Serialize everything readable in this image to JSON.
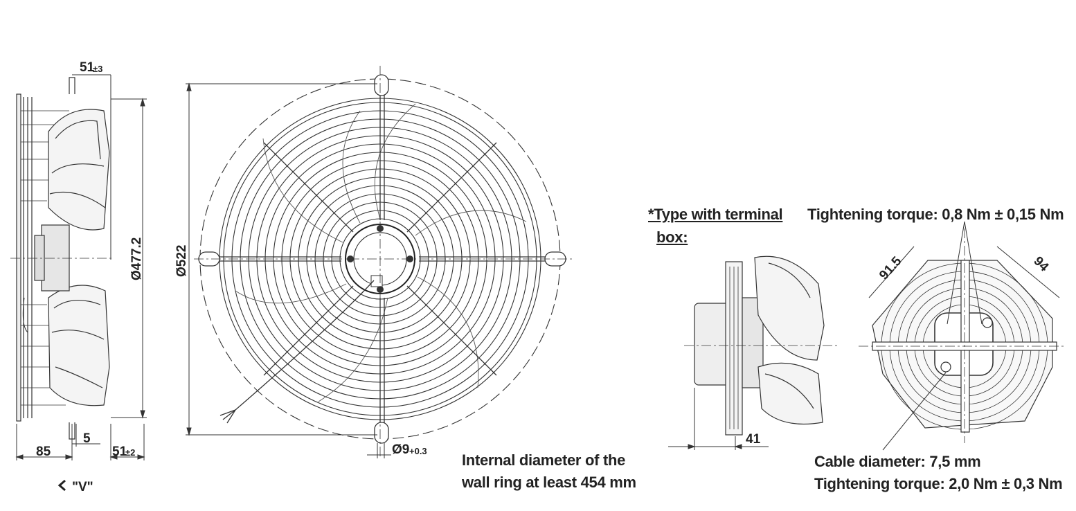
{
  "side_view": {
    "dim_top": "51",
    "dim_top_tol": "±3",
    "dim_diameter": "Ø477.2",
    "dim_left": "85",
    "dim_mid": "5",
    "dim_right": "51",
    "dim_right_tol": "±2",
    "view_label": "\"V\"",
    "view_arrow_icon": "chevron-left-icon"
  },
  "front_view": {
    "dim_diameter": "Ø522",
    "dim_hole": "Ø9",
    "dim_hole_tol": "+0.3"
  },
  "notes": {
    "wall_ring_line1": "Internal diameter of the",
    "wall_ring_line2": "wall ring at least 454 mm",
    "terminal_box_line1": "*Type with terminal",
    "terminal_box_line2": "box:",
    "torque_top": "Tightening torque: 0,8 Nm ± 0,15 Nm",
    "cable_diameter": "Cable diameter: 7,5 mm",
    "torque_bottom": "Tightening torque: 2,0 Nm ± 0,3 Nm"
  },
  "terminal_views": {
    "dim_depth": "41",
    "dim_left_angle": "91.5",
    "dim_right_angle": "94"
  }
}
